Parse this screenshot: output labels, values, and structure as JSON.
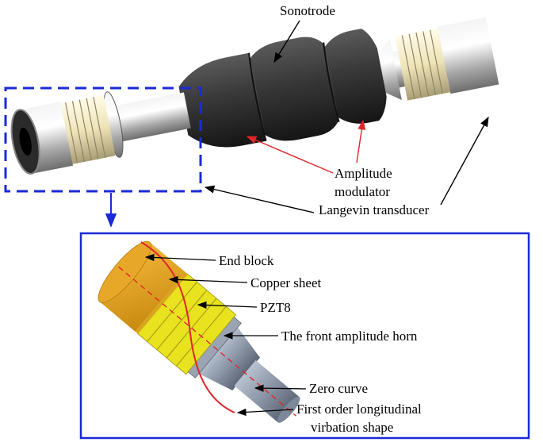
{
  "labels": {
    "sonotrode": "Sonotrode",
    "amplitude_modulator_line1": "Amplitude",
    "amplitude_modulator_line2": "modulator",
    "langevin_transducer": "Langevin transducer",
    "end_block": "End block",
    "copper_sheet": "Copper sheet",
    "pzt8": "PZT8",
    "front_amplitude_horn": "The front amplitude horn",
    "zero_curve": "Zero curve",
    "first_order_line1": "First order longitudinal",
    "first_order_line2": "virbation shape"
  },
  "colors": {
    "dashed_box": "#1a2ad6",
    "detail_box": "#1a2ad6",
    "annotation_red": "#e0252a",
    "vibration_curve": "#e0252a",
    "end_block": "#e1a118",
    "copper": "#f0dd1c",
    "pzt": "#e9e21f",
    "horn": "#8a95a6",
    "modulator": "#2f2f2f",
    "shaft": "#c9c9c9"
  }
}
